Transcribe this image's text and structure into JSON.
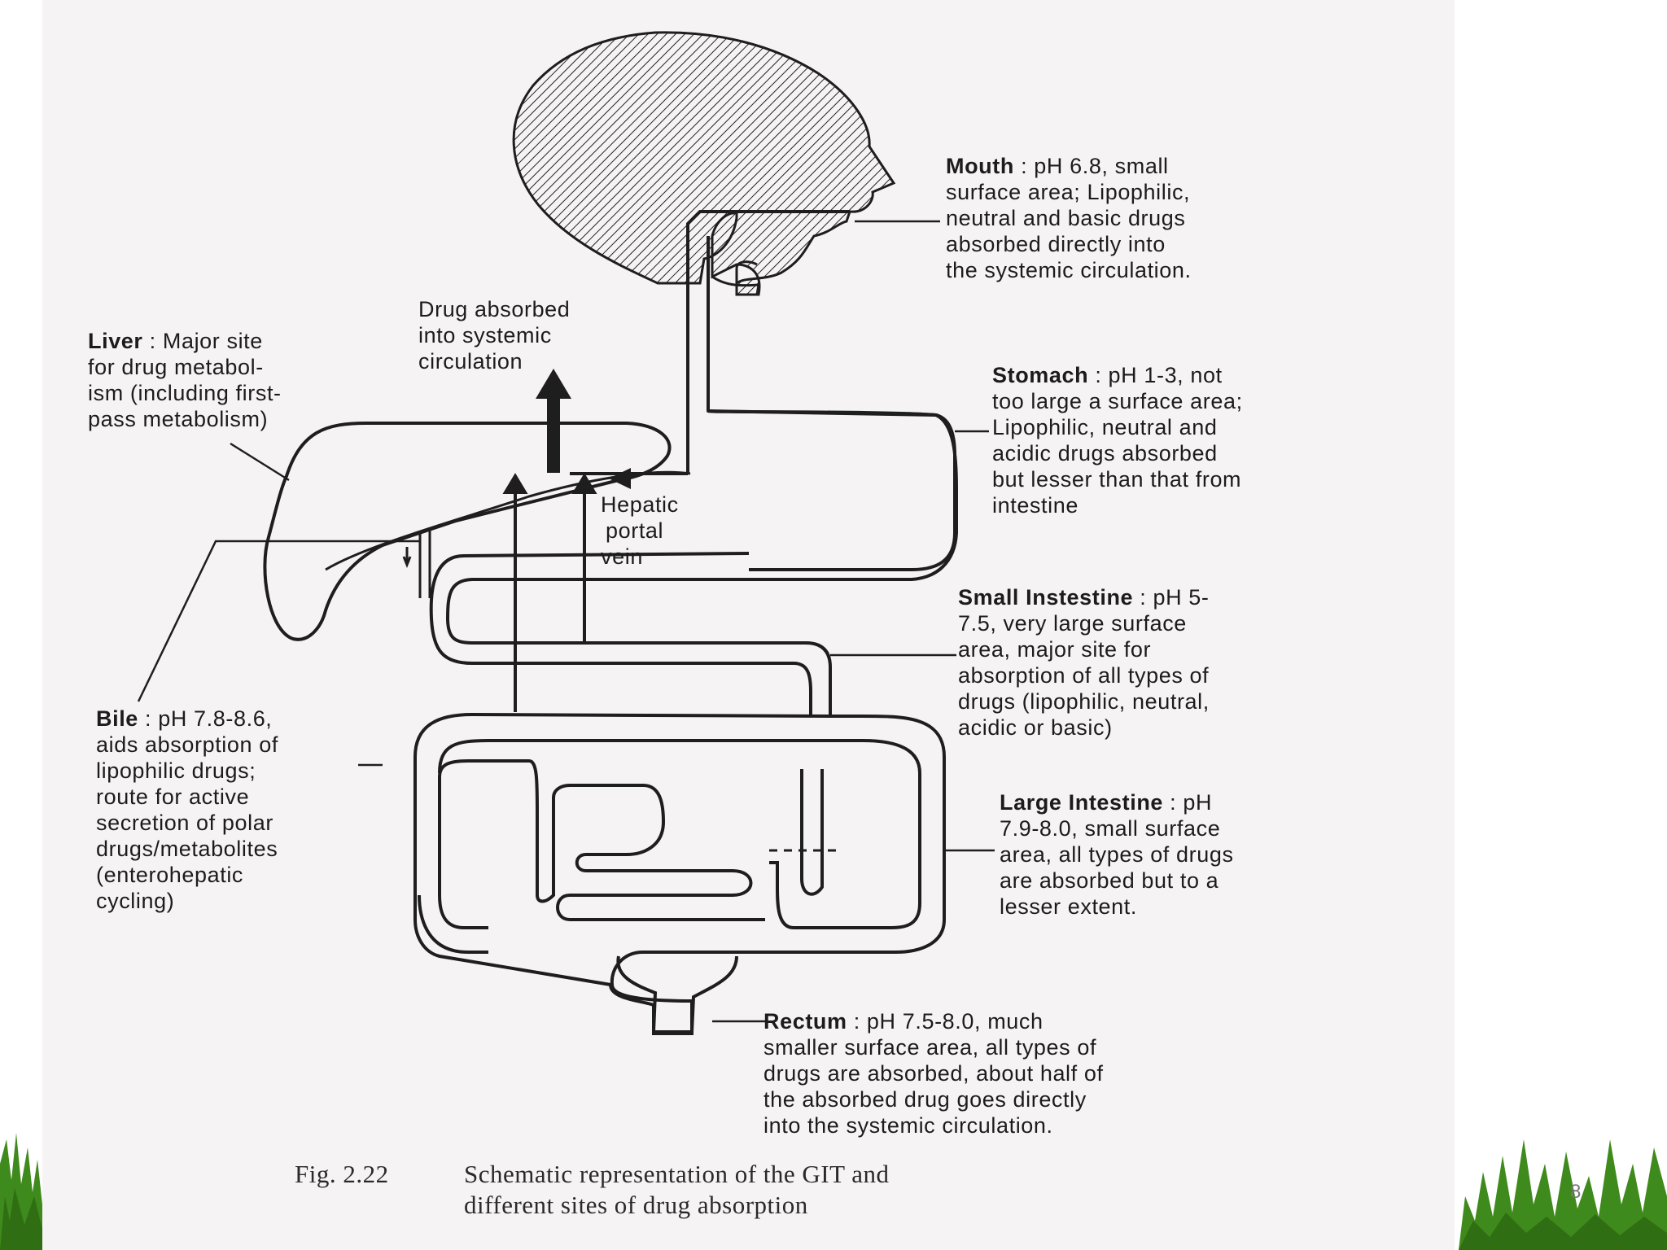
{
  "labels": {
    "mouth": {
      "title": "Mouth",
      "lines": [
        ": pH 6.8, small",
        "surface area; Lipophilic,",
        "neutral and basic drugs",
        "absorbed directly into",
        "the systemic circulation."
      ]
    },
    "stomach": {
      "title": "Stomach",
      "lines": [
        ": pH 1-3, not",
        "too large a surface area;",
        "Lipophilic, neutral and",
        "acidic drugs absorbed",
        "but lesser than that from",
        "intestine"
      ]
    },
    "small_intestine": {
      "title": "Small Instestine",
      "lines": [
        ": pH 5-",
        "7.5, very large surface",
        "area, major site for",
        "absorption of all types of",
        "drugs (lipophilic, neutral,",
        "acidic or basic)"
      ]
    },
    "large_intestine": {
      "title": "Large Intestine",
      "lines": [
        ": pH",
        "7.9-8.0, small surface",
        "area, all types of drugs",
        "are absorbed but to a",
        "lesser extent."
      ]
    },
    "rectum": {
      "title": "Rectum",
      "lines": [
        ": pH 7.5-8.0, much",
        "smaller surface area, all types of",
        "drugs are absorbed, about half of",
        "the absorbed drug goes directly",
        "into the systemic circulation."
      ]
    },
    "liver": {
      "title": "Liver",
      "lines": [
        ": Major site",
        "for drug metabol-",
        "ism (including first-",
        "pass metabolism)"
      ]
    },
    "bile": {
      "title": "Bile",
      "lines": [
        ": pH 7.8-8.6,",
        "aids absorption of",
        "lipophilic drugs;",
        "route for active",
        "secretion of polar",
        "drugs/metabolites",
        "(enterohepatic",
        "cycling)"
      ]
    },
    "drug_absorbed": {
      "lines": [
        "Drug absorbed",
        "into systemic",
        "circulation"
      ]
    },
    "hepatic_portal": {
      "lines": [
        "Hepatic",
        "portal",
        "vein"
      ]
    }
  },
  "caption": {
    "number": "Fig. 2.22",
    "line1": "Schematic representation of the GIT and",
    "line2": "different sites of drug absorption"
  },
  "page_number": "8",
  "colors": {
    "ink": "#1c1c1c",
    "scan_background": "#f6f3f5",
    "grass": "#3f8a1c"
  }
}
